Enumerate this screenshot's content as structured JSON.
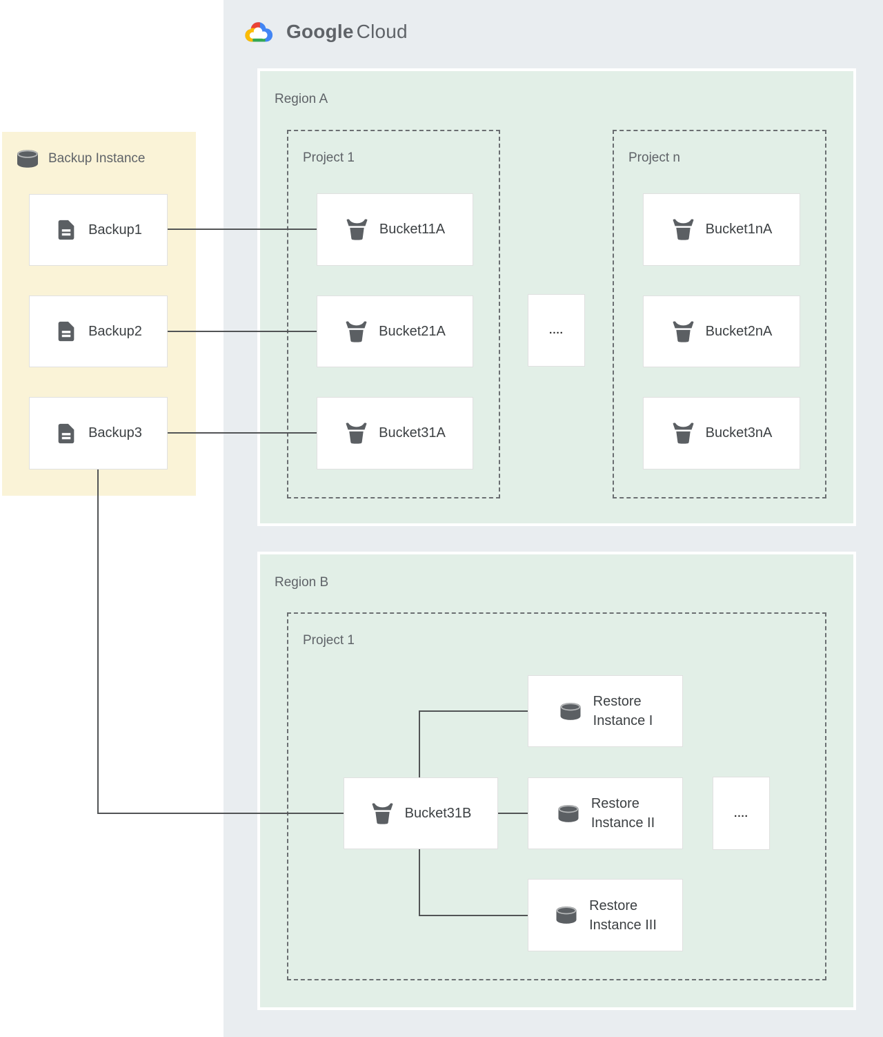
{
  "logo": {
    "google": "Google",
    "cloud": "Cloud"
  },
  "backup_panel": {
    "title": "Backup Instance",
    "icon": "database-cylinder-icon",
    "items": [
      {
        "label": "Backup1",
        "icon": "document-icon"
      },
      {
        "label": "Backup2",
        "icon": "document-icon"
      },
      {
        "label": "Backup3",
        "icon": "document-icon"
      }
    ]
  },
  "region_a": {
    "label": "Region A",
    "project_1": {
      "label": "Project 1",
      "buckets": [
        {
          "label": "Bucket11A",
          "icon": "storage-bucket-icon"
        },
        {
          "label": "Bucket21A",
          "icon": "storage-bucket-icon"
        },
        {
          "label": "Bucket31A",
          "icon": "storage-bucket-icon"
        }
      ]
    },
    "ellipsis": "....",
    "project_n": {
      "label": "Project n",
      "buckets": [
        {
          "label": "Bucket1nA",
          "icon": "storage-bucket-icon"
        },
        {
          "label": "Bucket2nA",
          "icon": "storage-bucket-icon"
        },
        {
          "label": "Bucket3nA",
          "icon": "storage-bucket-icon"
        }
      ]
    }
  },
  "region_b": {
    "label": "Region B",
    "project_1": {
      "label": "Project 1",
      "bucket": {
        "label": "Bucket31B",
        "icon": "storage-bucket-icon"
      },
      "restore_instances": [
        {
          "line1": "Restore",
          "line2": "Instance I",
          "icon": "database-cylinder-icon"
        },
        {
          "line1": "Restore",
          "line2": "Instance II",
          "icon": "database-cylinder-icon"
        },
        {
          "line1": "Restore",
          "line2": "Instance III",
          "icon": "database-cylinder-icon"
        }
      ],
      "ellipsis": "...."
    }
  },
  "colors": {
    "panel_gray": "#e9edf0",
    "region_green": "#e2efe7",
    "backup_yellow": "#faf3d7",
    "node_border": "#e0e0e0",
    "dashed_border": "#6a6e71",
    "connector": "#515355",
    "label_dark": "#3c4043",
    "label_gray": "#5f6368",
    "icon_gray": "#5b5f63",
    "logo_red": "#EA4335",
    "logo_blue": "#4285F4",
    "logo_yellow": "#FBBC05",
    "logo_green": "#34A853"
  }
}
